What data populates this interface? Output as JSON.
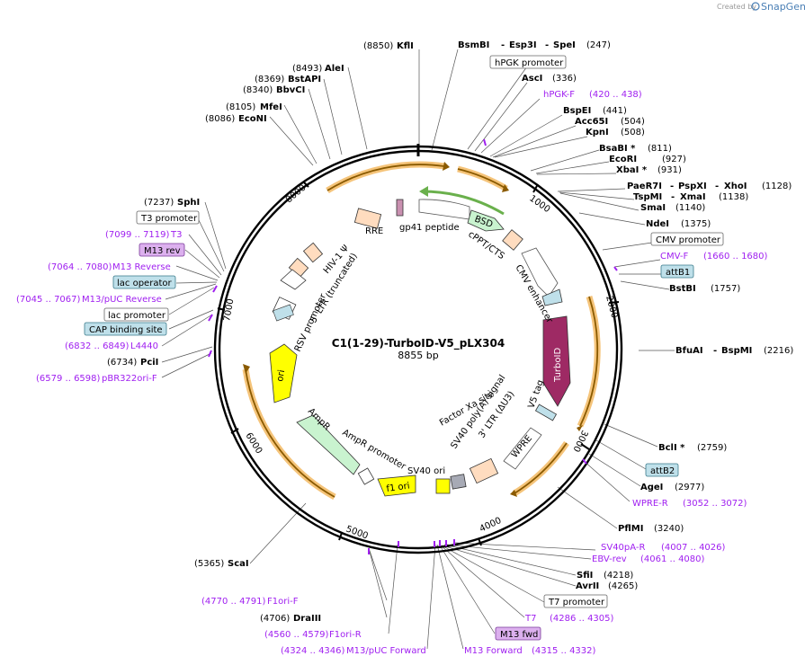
{
  "watermark": {
    "created_by": "Created by",
    "product": "SnapGene"
  },
  "plasmid": {
    "name": "C1(1-29)-TurboID-V5_pLX304",
    "size": "8855 bp"
  },
  "ticks": [
    "1000",
    "2000",
    "3000",
    "4000",
    "5000",
    "6000",
    "7000",
    "8000"
  ],
  "labels": {
    "kfl": {
      "pos": "(8850)",
      "name": "KflI"
    },
    "bsmbi": {
      "name": "BsmBI",
      "sep1": "-",
      "n2": "Esp3I",
      "sep2": "-",
      "n3": "SpeI",
      "pos": "(247)"
    },
    "hpgk_promoter": "hPGK promoter",
    "asci": {
      "name": "AscI",
      "pos": "(336)"
    },
    "hpgkf": {
      "name": "hPGK-F",
      "pos": "(420 .. 438)"
    },
    "bspei": {
      "name": "BspEI",
      "pos": "(441)"
    },
    "acc65i": {
      "name": "Acc65I",
      "pos": "(504)"
    },
    "kpni": {
      "name": "KpnI",
      "pos": "(508)"
    },
    "bsabi": {
      "name": "BsaBI *",
      "pos": "(811)"
    },
    "ecori": {
      "name": "EcoRI",
      "pos": "(927)"
    },
    "xbai": {
      "name": "XbaI *",
      "pos": "(931)"
    },
    "paer7i": {
      "name": "PaeR7I",
      "sep1": "-",
      "n2": "PspXI",
      "sep2": "-",
      "n3": "XhoI",
      "pos": "(1128)"
    },
    "tspmi": {
      "name": "TspMI",
      "sep": "-",
      "n2": "XmaI",
      "pos": "(1138)"
    },
    "smai": {
      "name": "SmaI",
      "pos": "(1140)"
    },
    "ndei": {
      "name": "NdeI",
      "pos": "(1375)"
    },
    "cmv_promoter": "CMV promoter",
    "cmvf": {
      "name": "CMV-F",
      "pos": "(1660 .. 1680)"
    },
    "attb1": "attB1",
    "bstbi": {
      "name": "BstBI",
      "pos": "(1757)"
    },
    "bfuai": {
      "name": "BfuAI",
      "sep": "-",
      "n2": "BspMI",
      "pos": "(2216)"
    },
    "bcli": {
      "name": "BclI *",
      "pos": "(2759)"
    },
    "attb2": "attB2",
    "agei": {
      "name": "AgeI",
      "pos": "(2977)"
    },
    "wprer": {
      "name": "WPRE-R",
      "pos": "(3052 .. 3072)"
    },
    "pflmi": {
      "name": "PflMI",
      "pos": "(3240)"
    },
    "sv40par": {
      "name": "SV40pA-R",
      "pos": "(4007 .. 4026)"
    },
    "ebvrev": {
      "name": "EBV-rev",
      "pos": "(4061 .. 4080)"
    },
    "sfii": {
      "name": "SfiI",
      "pos": "(4218)"
    },
    "avrii": {
      "name": "AvrII",
      "pos": "(4265)"
    },
    "t7_promoter": "T7 promoter",
    "t7": {
      "name": "T7",
      "pos": "(4286 .. 4305)"
    },
    "m13fwd": "M13 fwd",
    "m13forward": {
      "name": "M13 Forward",
      "pos": "(4315 .. 4332)"
    },
    "m13pucfwd": {
      "pos": "(4324 .. 4346)",
      "name": "M13/pUC Forward"
    },
    "f1orir": {
      "pos": "(4560 .. 4579)",
      "name": "F1ori-R"
    },
    "draiii": {
      "pos": "(4706)",
      "name": "DraIII"
    },
    "f1orif": {
      "pos": "(4770 .. 4791)",
      "name": "F1ori-F"
    },
    "scai": {
      "pos": "(5365)",
      "name": "ScaI"
    },
    "pbr322": {
      "pos": "(6579 .. 6598)",
      "name": "pBR322ori-F"
    },
    "pcii": {
      "pos": "(6734)",
      "name": "PciI"
    },
    "l4440": {
      "pos": "(6832 .. 6849)",
      "name": "L4440"
    },
    "cap": "CAP binding site",
    "lac_promoter": "lac promoter",
    "m13pucrev": {
      "pos": "(7045 .. 7067)",
      "name": "M13/pUC Reverse"
    },
    "lac_operator": "lac operator",
    "m13reverse": {
      "pos": "(7064 .. 7080)",
      "name": "M13 Reverse"
    },
    "m13rev": "M13 rev",
    "t3": {
      "pos": "(7099 .. 7119)",
      "name": "T3"
    },
    "t3_promoter": "T3 promoter",
    "sphi": {
      "pos": "(7237)",
      "name": "SphI"
    },
    "econi": {
      "pos": "(8086)",
      "name": "EcoNI"
    },
    "mfei": {
      "pos": "(8105)",
      "name": "MfeI"
    },
    "bbvci": {
      "pos": "(8340)",
      "name": "BbvCI"
    },
    "bstapi": {
      "pos": "(8369)",
      "name": "BstAPI"
    },
    "alei": {
      "pos": "(8493)",
      "name": "AleI"
    }
  },
  "features": {
    "bsd": "BSD",
    "gp41": "gp41 peptide",
    "rre": "RRE",
    "hiv": "HIV-1 Ψ",
    "ltr5": "5' LTR (truncated)",
    "rsv": "RSV promoter",
    "cppt": "cPPT/CTS",
    "cmv_enhancer": "CMV enhancer",
    "turboid": "TurboID",
    "v5": "V5 tag",
    "wpre": "WPRE",
    "ltr3": "3' LTR (ΔU3)",
    "sv40pa": "SV40 poly(A) signal",
    "factorxa": "Factor Xa site",
    "sv40ori": "SV40 ori",
    "f1ori": "f1 ori",
    "amprpromoter": "AmpR promoter",
    "ampr": "AmpR",
    "ori": "ori"
  },
  "colors": {
    "primer": "#a020f0",
    "highlight": "#f5c47a",
    "orf_line": "#d98e00",
    "turboid": "#9e2a64",
    "bsd": "#c9f3cf",
    "amp": "#c9f3cf",
    "yellow": "#ffff00",
    "tag": "#bfe0ea",
    "utr": "#ffdcbf"
  }
}
